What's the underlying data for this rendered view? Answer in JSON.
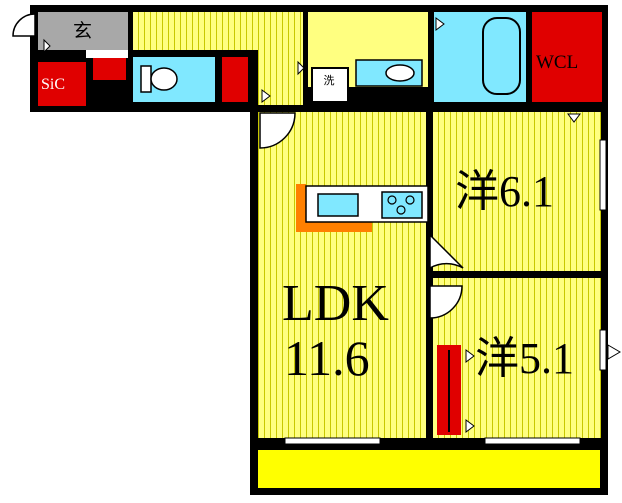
{
  "floor_plan": {
    "labels": {
      "entrance": "玄",
      "shoe_closet": "SiC",
      "walk_in_closet": "WCL",
      "washer": "洗",
      "bedroom_1": "洋6.1",
      "bedroom_2": "洋5.1",
      "ldk": "LDK",
      "ldk_area": "11.6"
    },
    "colors": {
      "floor_yellow": "#FFFF80",
      "floor_stripe": "#C8C800",
      "wet_area_cyan": "#80E8FF",
      "closet_red": "#E00000",
      "entrance_gray": "#A8A8A8",
      "counter_orange": "#FF8000",
      "wall_black": "#000000"
    }
  }
}
